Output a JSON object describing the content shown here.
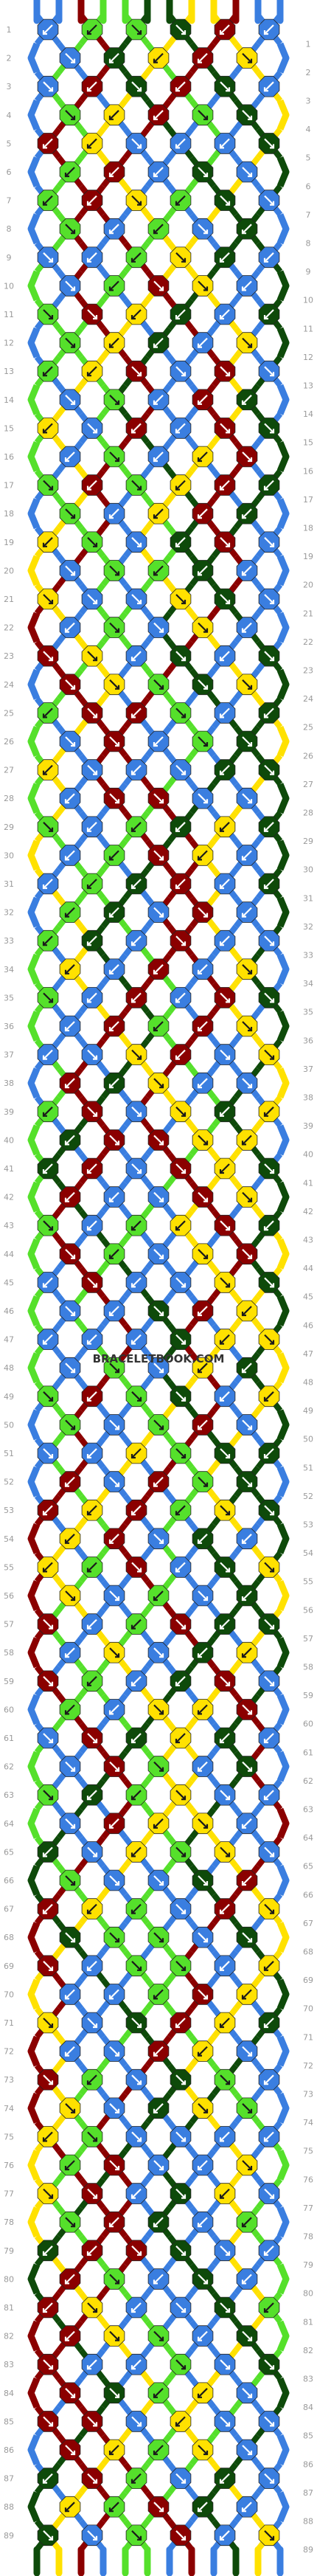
{
  "watermark": "BRACELETBOOK.COM",
  "row_numbers": [
    "1",
    "2",
    "3",
    "4",
    "5",
    "6",
    "7",
    "8",
    "9",
    "10",
    "11",
    "12",
    "13",
    "14",
    "15",
    "16",
    "17",
    "18",
    "19",
    "20",
    "21",
    "22",
    "23",
    "24",
    "25",
    "26",
    "27",
    "28",
    "29",
    "30",
    "31",
    "32",
    "33",
    "34",
    "35",
    "36",
    "37",
    "38",
    "39",
    "40",
    "41",
    "42",
    "43",
    "44",
    "45",
    "46",
    "47",
    "48",
    "49",
    "50",
    "51",
    "52",
    "53",
    "54",
    "55",
    "56",
    "57",
    "58",
    "59",
    "60",
    "61",
    "62",
    "63",
    "64",
    "65",
    "66",
    "67",
    "68",
    "69",
    "70",
    "71",
    "72",
    "73",
    "74",
    "75",
    "76",
    "77",
    "78",
    "79",
    "80",
    "81",
    "82",
    "83",
    "84",
    "85",
    "86",
    "87",
    "88",
    "89"
  ],
  "colors": {
    "blue": "#3a7ee0",
    "dark_red": "#8b0000",
    "green": "#55e02b",
    "dark_green": "#0e4a0a",
    "yellow": "#ffe100",
    "knot_outline": "#222222",
    "arrow_light": "#ffffff",
    "arrow_dark": "#1a1a1a"
  },
  "strings_top": [
    "blue",
    "blue",
    "dark_red",
    "green",
    "green",
    "dark_green",
    "dark_green",
    "yellow",
    "yellow",
    "dark_red",
    "blue",
    "blue"
  ],
  "icons": {
    "knot": "octagon-knot-icon",
    "arrow": "knot-direction-arrow-icon",
    "string": "thread-zigzag-icon"
  }
}
